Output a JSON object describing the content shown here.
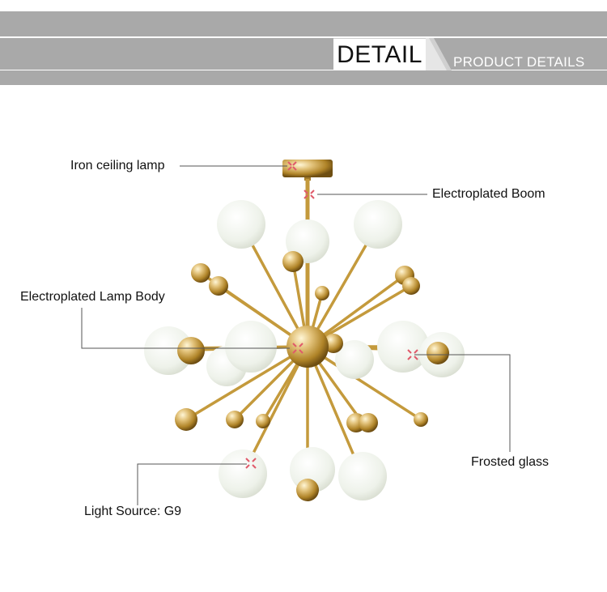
{
  "header": {
    "title": "DETAIL",
    "subtitle": "PRODUCT DETAILS"
  },
  "callouts": {
    "iron_ceiling_lamp": "Iron ceiling lamp",
    "electroplated_boom": "Electroplated Boom",
    "electroplated_lamp_body": "Electroplated Lamp Body",
    "frosted_glass": "Frosted glass",
    "light_source": "Light Source: G9"
  },
  "colors": {
    "banner_gray": "#a9a9a9",
    "gold": "#c9a24a",
    "frosted_white": "#eef2ea",
    "leader_line": "#555555",
    "marker_red": "#e05a6a"
  }
}
